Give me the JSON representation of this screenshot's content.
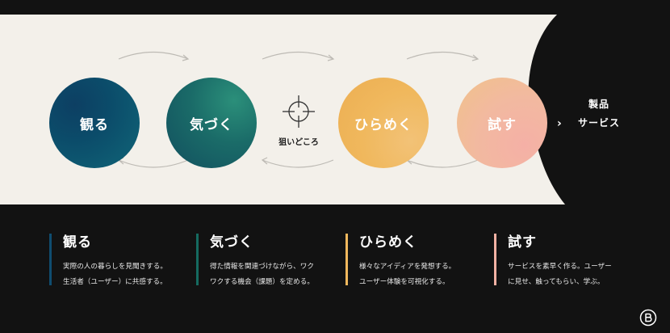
{
  "diagram": {
    "stages": [
      {
        "label": "観る"
      },
      {
        "label": "気づく"
      },
      {
        "label": "ひらめく"
      },
      {
        "label": "試す"
      }
    ],
    "target_label": "狙いどころ",
    "product_label_line1": "製品",
    "product_label_line2": "サービス",
    "icons": {
      "target": "crosshair-icon",
      "next": "chevron-right-icon",
      "logo": "b-logo-icon"
    },
    "colors": {
      "background": "#121212",
      "band": "#f3f0ea",
      "observe": "#0d4a6b",
      "notice": "#156b60",
      "inspire": "#f0b85d",
      "try": "#f2b1a3"
    }
  },
  "descriptions": [
    {
      "title": "観る",
      "line1": "実際の人の暮らしを見聞きする。",
      "line2": "生活者（ユーザー）に共感する。"
    },
    {
      "title": "気づく",
      "line1": "得た情報を関連づけながら、ワク",
      "line2": "ワクする機会（課題）を定める。"
    },
    {
      "title": "ひらめく",
      "line1": "様々なアイディアを発想する。",
      "line2": "ユーザー体験を可視化する。"
    },
    {
      "title": "試す",
      "line1": "サービスを素早く作る。ユーザー",
      "line2": "に見せ、触ってもらい、学ぶ。"
    }
  ]
}
